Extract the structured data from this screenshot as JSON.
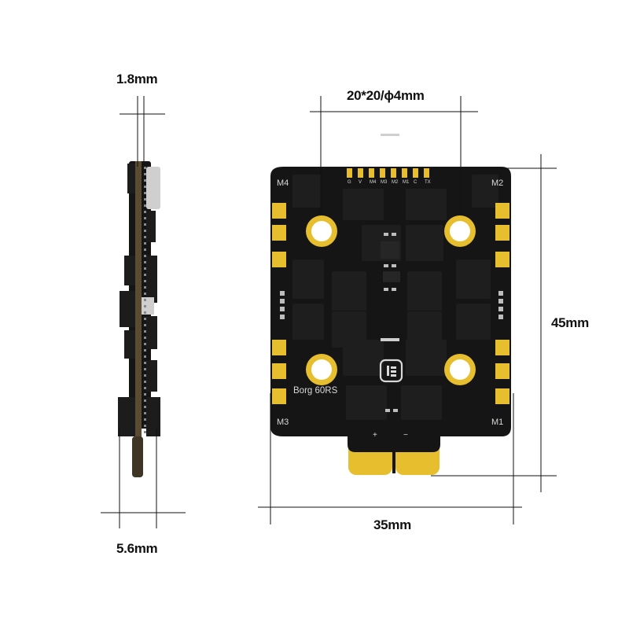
{
  "dimensions": {
    "thickness_top": "1.8mm",
    "thickness_bottom": "5.6mm",
    "mounting": "20*20/ϕ4mm",
    "height": "45mm",
    "width": "35mm"
  },
  "board": {
    "model": "Borg 60RS",
    "motor_labels": [
      "M4",
      "M2",
      "M3",
      "M1"
    ],
    "pad_labels": [
      "G",
      "V",
      "M4",
      "M3",
      "M2",
      "M1",
      "C",
      "TX"
    ],
    "power_plus": "+",
    "power_minus": "−"
  },
  "colors": {
    "pcb": "#151515",
    "gold": "#e6be2e",
    "component": "#1d1d1d",
    "line": "#111111"
  },
  "icons": [
    "logo-icon"
  ]
}
